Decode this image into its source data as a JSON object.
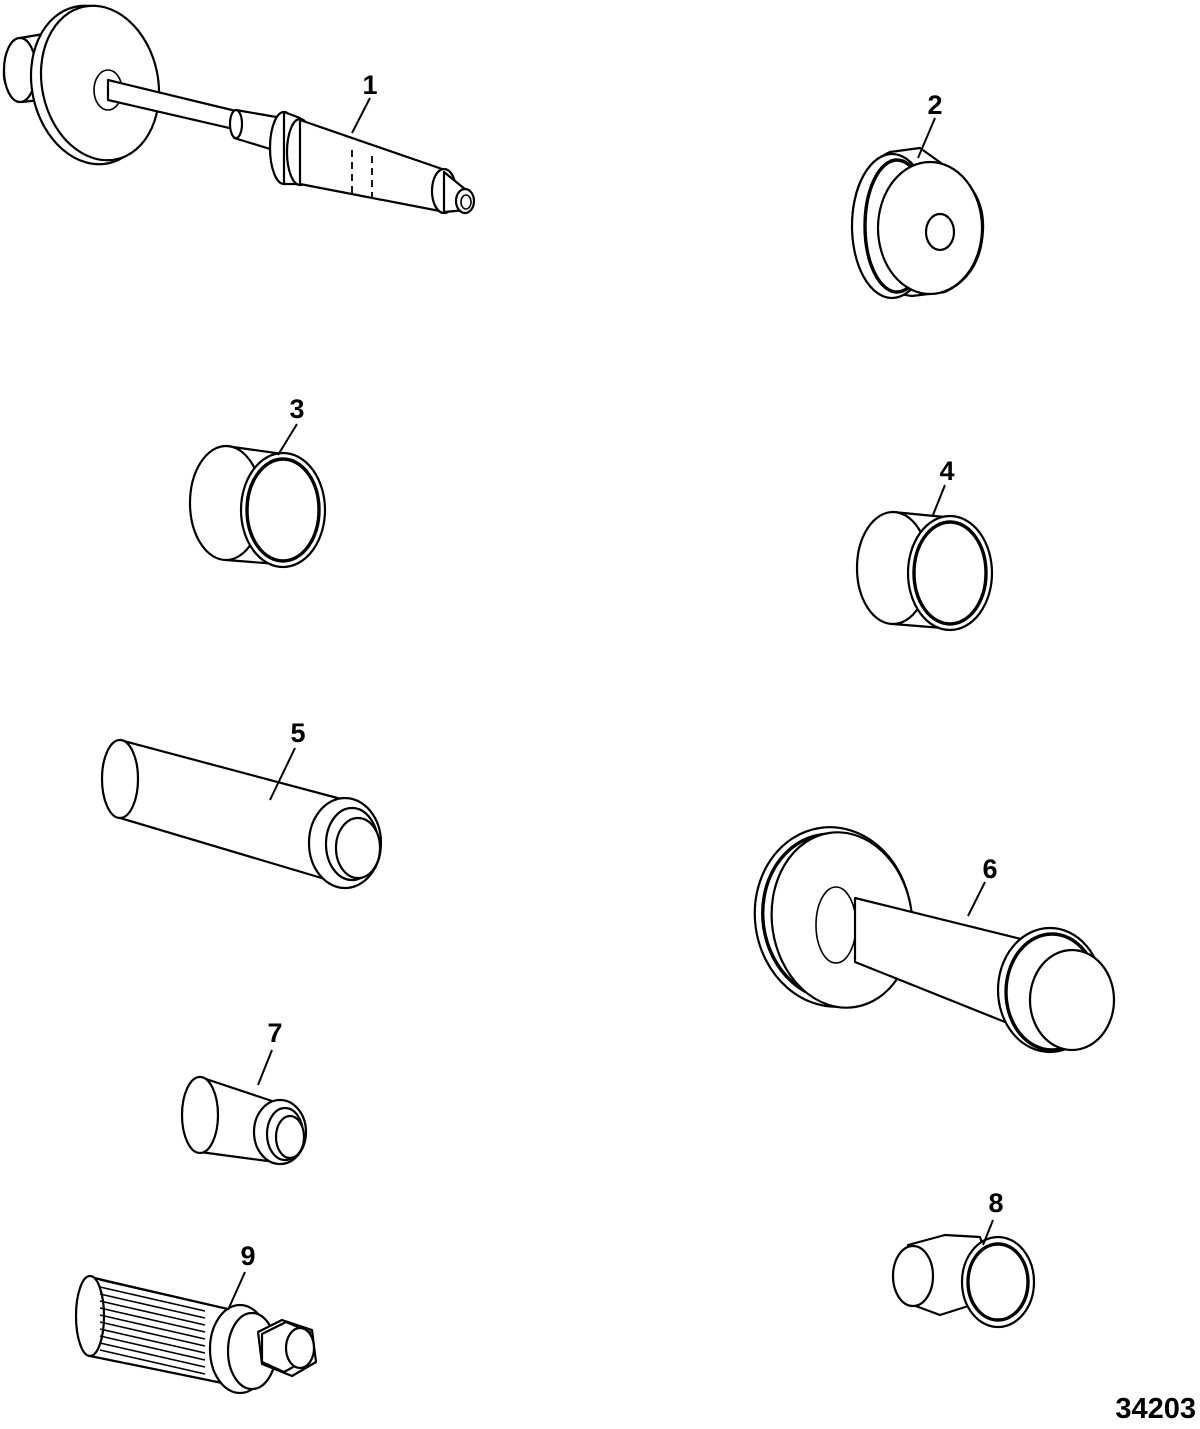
{
  "callouts": [
    "1",
    "2",
    "3",
    "4",
    "5",
    "6",
    "7",
    "8",
    "9"
  ],
  "figure_number": "34203",
  "colors": {
    "line": "#000000",
    "background": "#ffffff"
  }
}
